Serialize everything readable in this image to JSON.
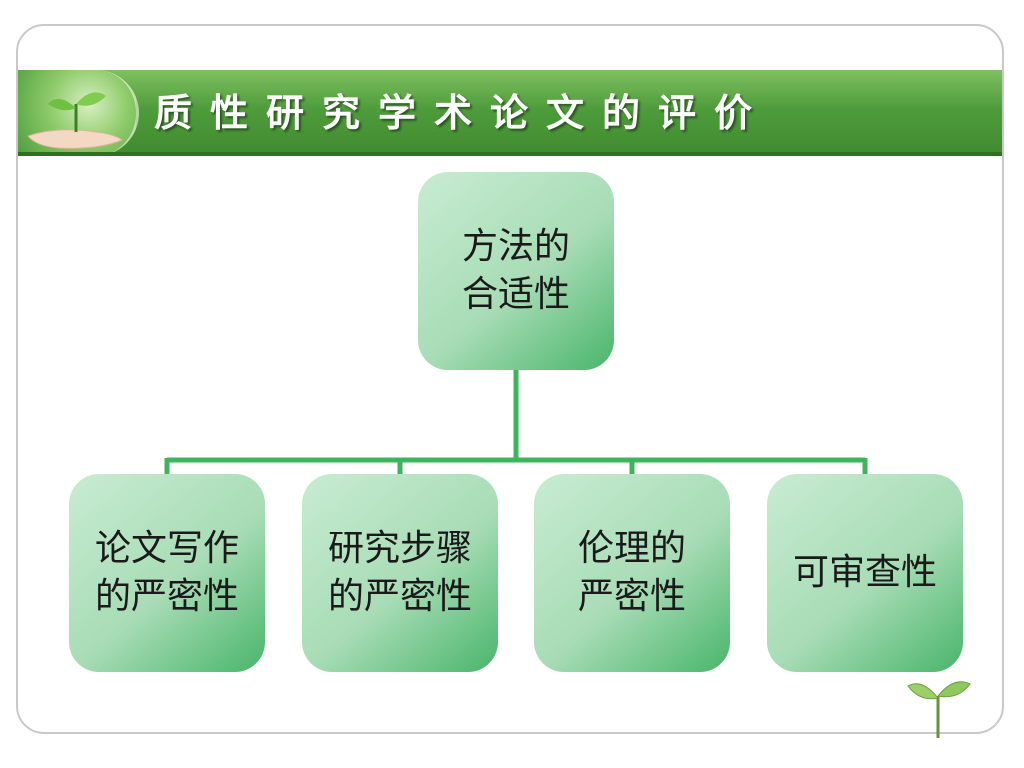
{
  "slide": {
    "title": "质性研究学术论文的评价"
  },
  "diagram": {
    "root": {
      "label": "方法的\n合适性"
    },
    "children": [
      {
        "label": "论文写作\n的严密性"
      },
      {
        "label": "研究步骤\n的严密性"
      },
      {
        "label": "伦理的\n严密性"
      },
      {
        "label": "可审查性"
      }
    ]
  },
  "colors": {
    "banner": "#4f9c3c",
    "node_light": "#c8ecd2",
    "node_dark": "#49b56a",
    "connector": "#3fb45e"
  },
  "icons": [
    "seedling-hand-photo",
    "seedling-icon"
  ]
}
